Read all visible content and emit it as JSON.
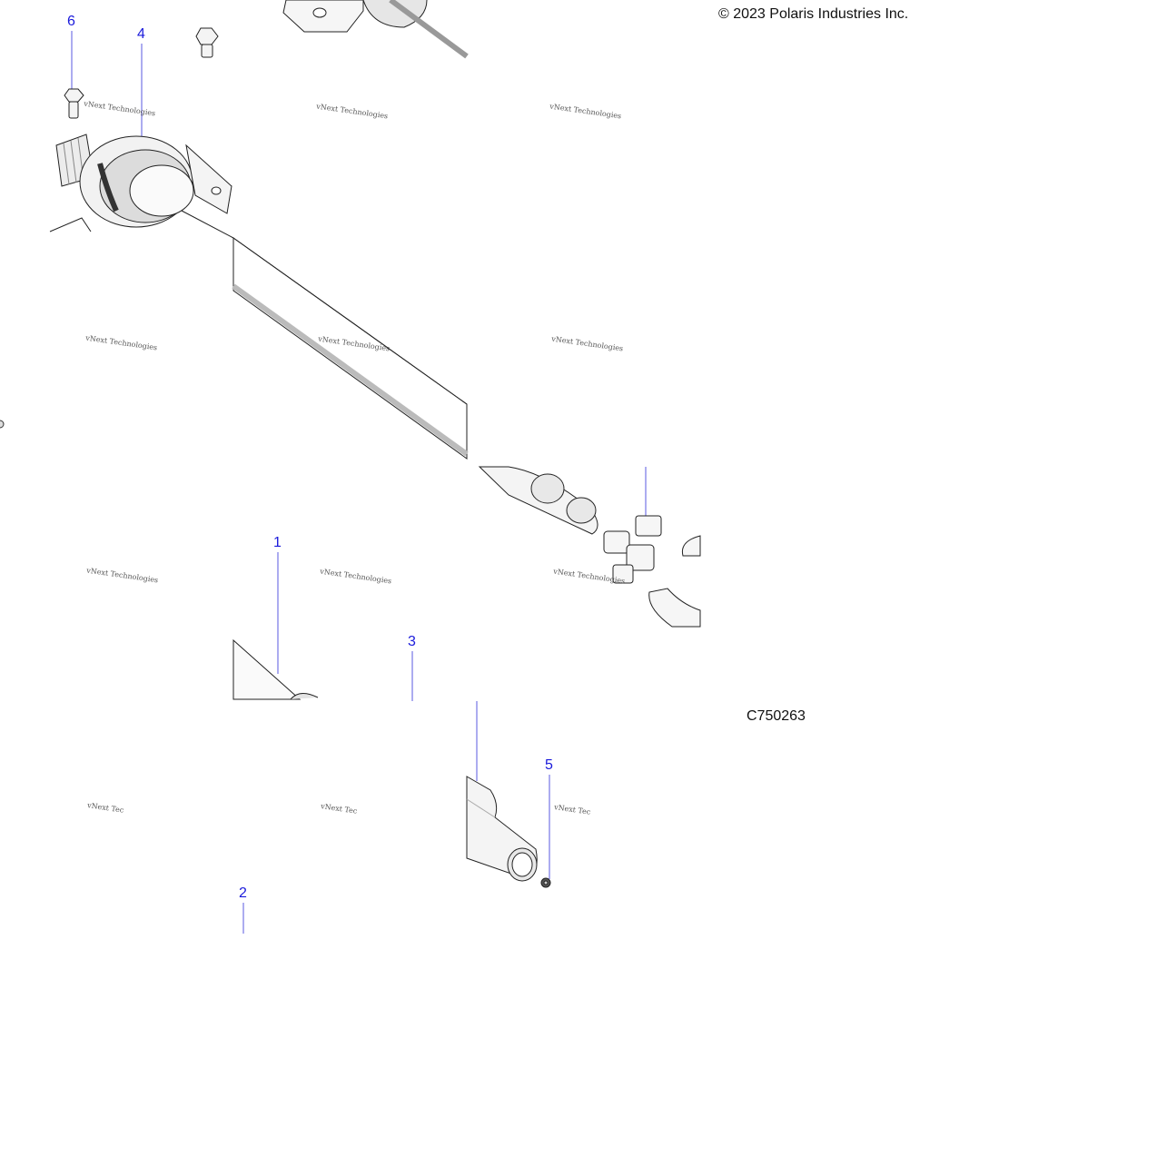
{
  "copyright": "© 2023 Polaris Industries Inc.",
  "figure_id": "C750263",
  "callouts": [
    "6",
    "4",
    "1",
    "3",
    "5",
    "2"
  ],
  "watermark": "vNext Technologies",
  "watermark_partial": "vNext Tec",
  "colors": {
    "callout": "#1a1adb",
    "leader": "#5a5ae0",
    "line_art": "#222222",
    "shade": "#d9d9d9"
  }
}
